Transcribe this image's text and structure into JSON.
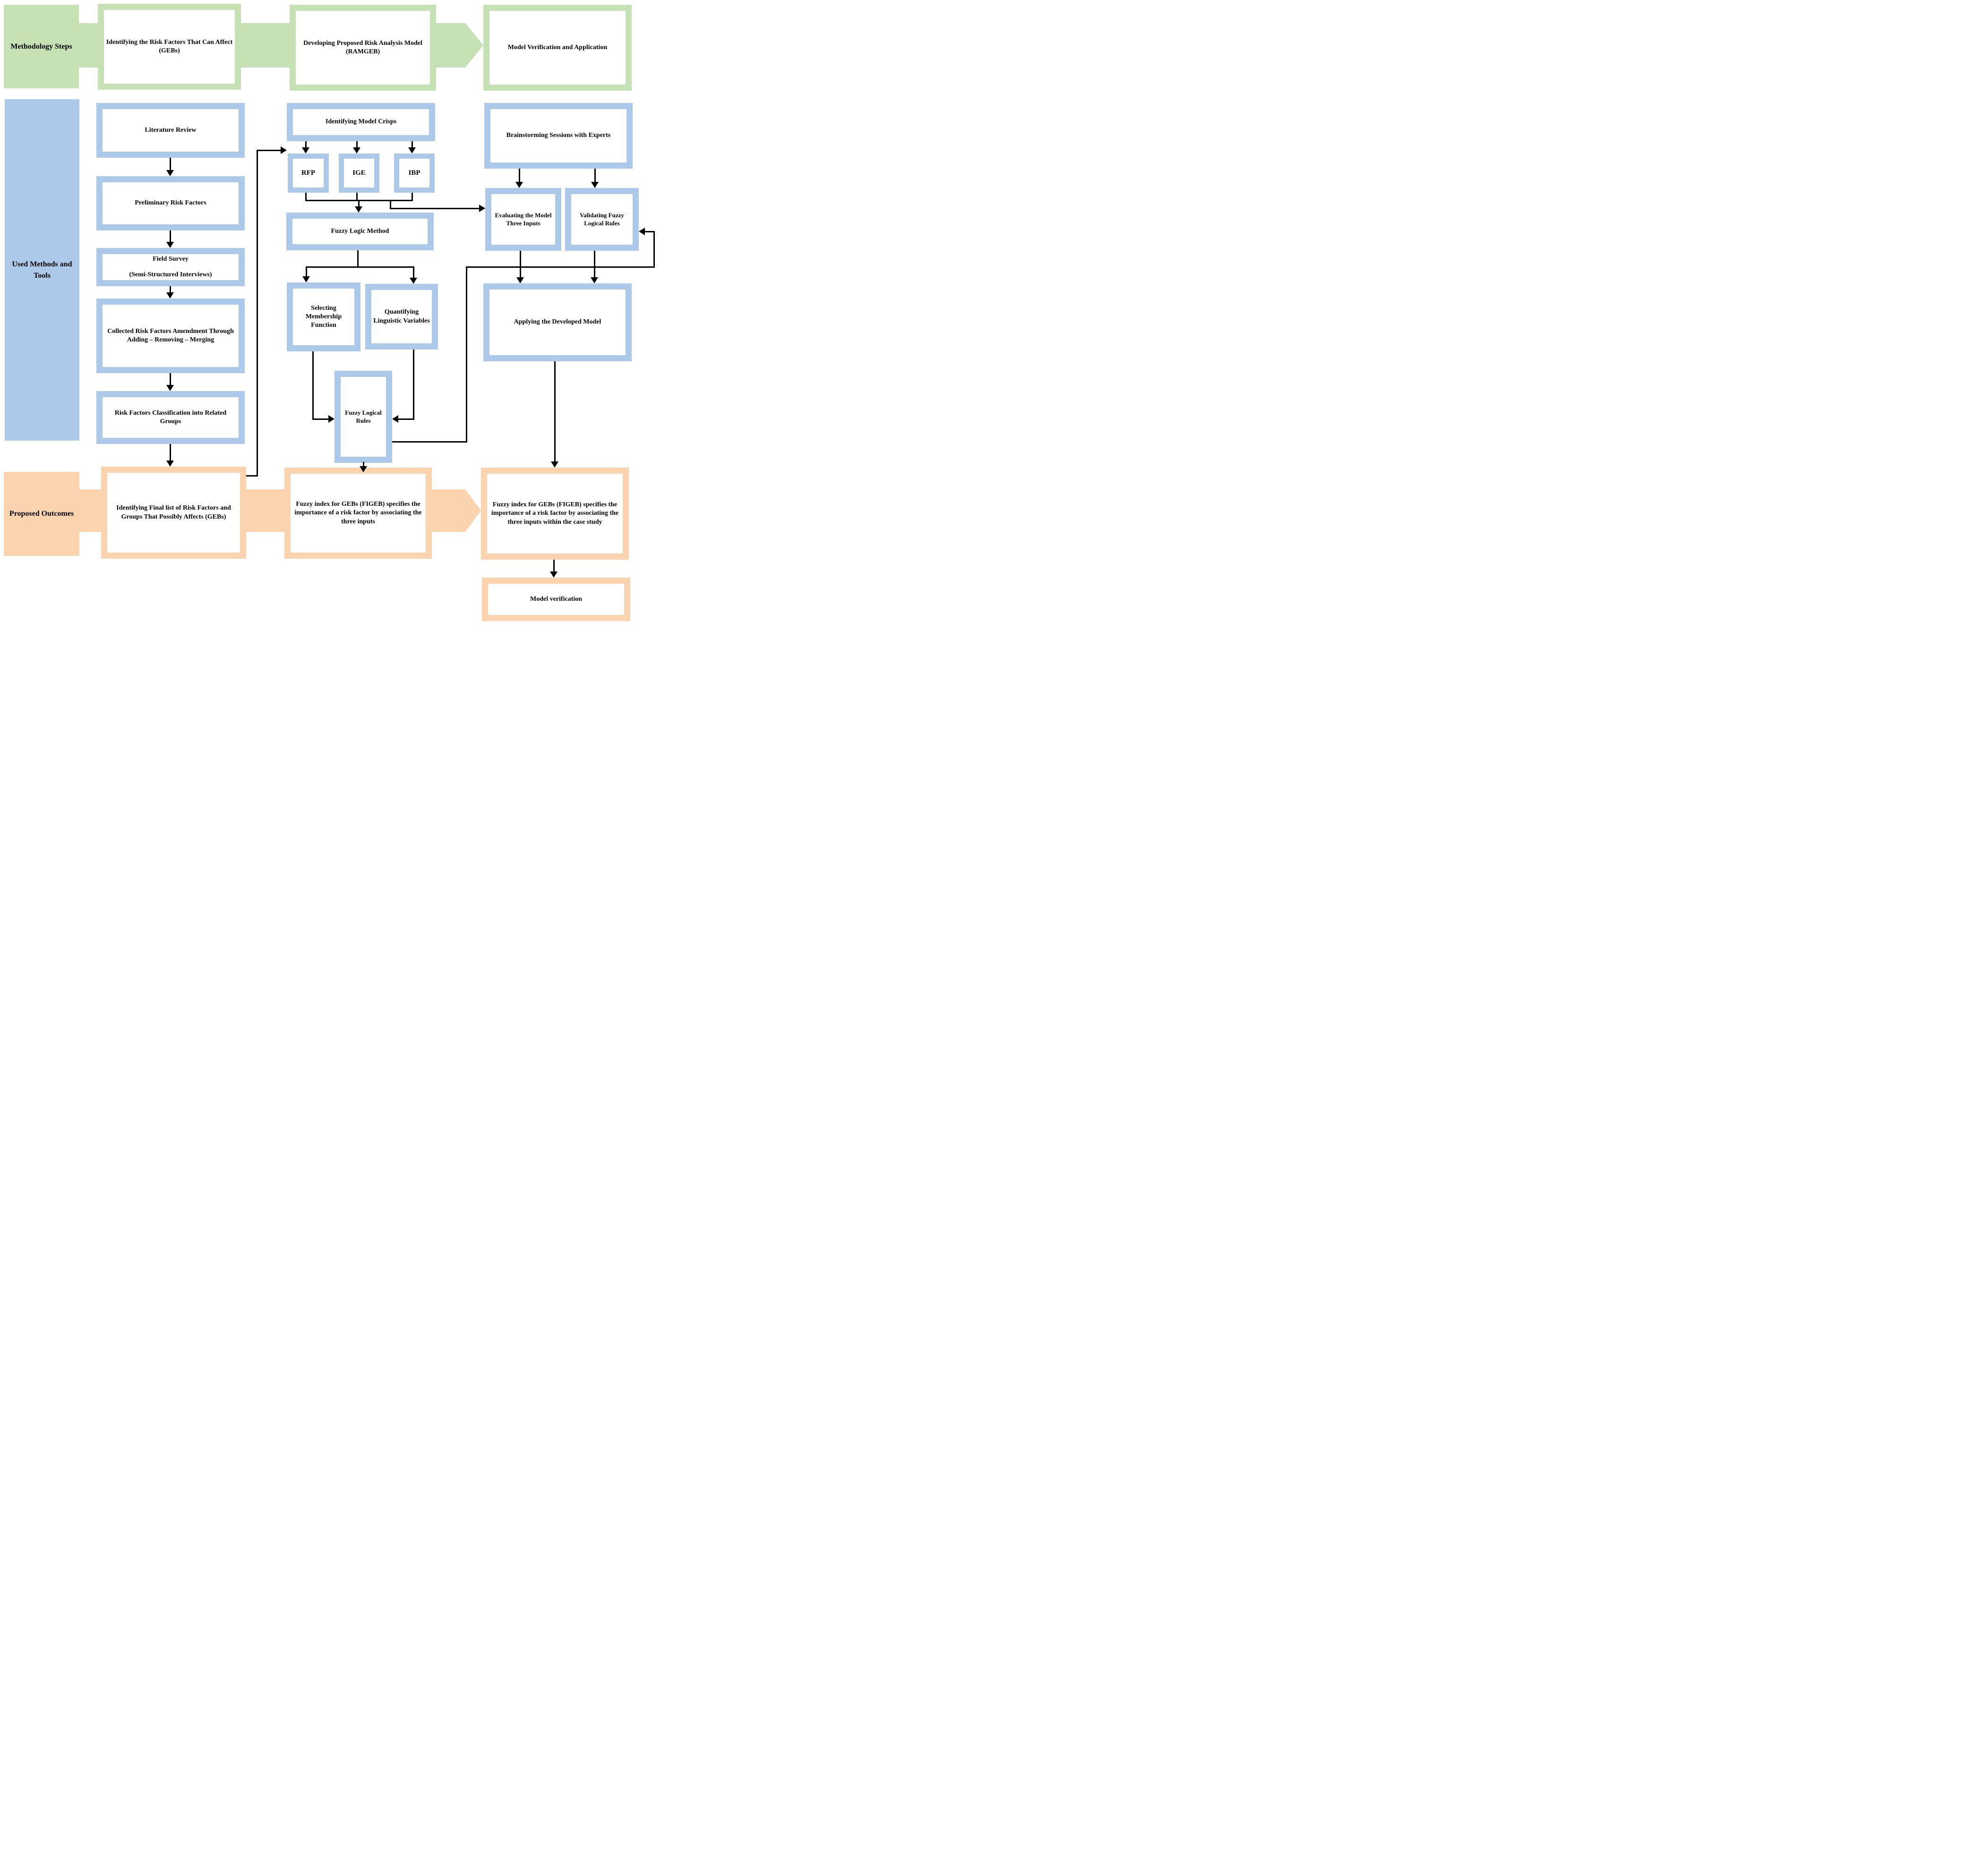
{
  "colors": {
    "green": "#c6e2b5",
    "blue": "#adc9ea",
    "orange": "#fbd3ae",
    "line": "#000000"
  },
  "labels": {
    "methodology": "Methodology Steps",
    "methods": "Used Methods and Tools",
    "outcomes": "Proposed Outcomes"
  },
  "steps": {
    "s1": "Identifying the Risk Factors That Can Affect (GEBs)",
    "s2": "Developing Proposed Risk Analysis Model (RAMGEB)",
    "s3": "Model Verification and Application"
  },
  "methods": {
    "literature_review": "Literature Review",
    "preliminary": "Preliminary Risk Factors",
    "field_survey_title": "Field Survey",
    "field_survey_sub": "(Semi-Structured Interviews)",
    "collected": "Collected Risk Factors Amendment Through Adding – Removing – Merging",
    "classification": "Risk Factors Classification into Related Groups",
    "identifying_crisps": "Identifying Model Crisps",
    "rfp": "RFP",
    "ige": "IGE",
    "ibp": "IBP",
    "fuzzy_logic": "Fuzzy Logic Method",
    "membership": "Selecting Membership Function",
    "linguistic": "Quantifying Linguistic Variables",
    "fuzzy_rules": "Fuzzy Logical Rules",
    "brainstorming": "Brainstorming Sessions with Experts",
    "evaluating": "Evaluating the Model Three Inputs",
    "validating": "Validating Fuzzy Logical Rules",
    "applying": "Applying the Developed Model"
  },
  "outcomes": {
    "final_list": "Identifying Final list of Risk Factors and Groups That Possibly Affects (GEBs)",
    "figeb": "Fuzzy index for GEBs (FIGEB) specifies the importance of a risk factor by associating the three inputs",
    "figeb_case": "Fuzzy index for GEBs (FIGEB) specifies the importance of a risk factor by associating the three inputs within the case study",
    "verification": "Model verification"
  }
}
